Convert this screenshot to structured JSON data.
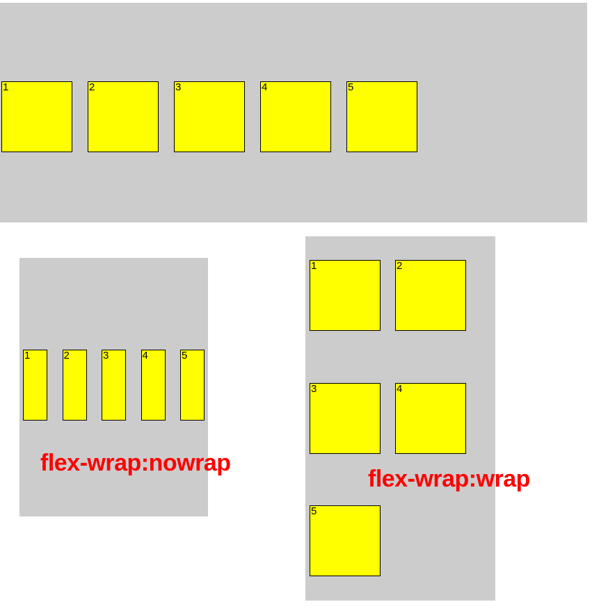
{
  "colors": {
    "page_background": "#ffffff",
    "container_background": "#cccccc",
    "box_background": "#ffff00",
    "box_border": "#000000",
    "box_number_color": "#000000",
    "label_color": "#ff0000"
  },
  "containers": {
    "top": {
      "boxes": [
        "1",
        "2",
        "3",
        "4",
        "5"
      ]
    },
    "nowrap": {
      "boxes": [
        "1",
        "2",
        "3",
        "4",
        "5"
      ],
      "label": "flex-wrap:nowrap"
    },
    "wrap": {
      "rows": [
        [
          "1",
          "2"
        ],
        [
          "3",
          "4"
        ],
        [
          "5"
        ]
      ],
      "label": "flex-wrap:wrap"
    }
  }
}
